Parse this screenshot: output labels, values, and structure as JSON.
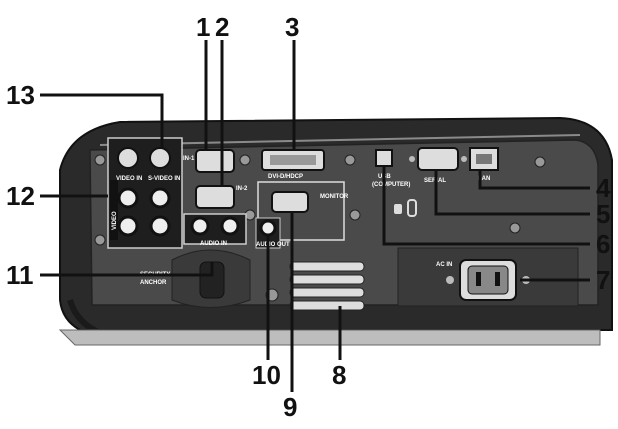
{
  "callouts": {
    "c1": "1",
    "c2": "2",
    "c3": "3",
    "c4": "4",
    "c5": "5",
    "c6": "6",
    "c7": "7",
    "c8": "8",
    "c9": "9",
    "c10": "10",
    "c11": "11",
    "c12": "12",
    "c13": "13"
  },
  "panel_labels": {
    "in1": "IN-1",
    "in2": "IN-2",
    "dvi": "DVI-D/HDCP",
    "usb": "USB",
    "usb_sub": "(COMPUTER)",
    "serial": "SERIAL",
    "lan": "LAN",
    "video_in": "VIDEO IN",
    "s_video_in": "S-VIDEO IN",
    "audio_in": "AUDIO IN",
    "audio_out": "AUDIO OUT",
    "ac_in": "AC IN",
    "security_anchor_line1": "SECURITY",
    "security_anchor_line2": "ANCHOR",
    "monitor_out": "MONITOR",
    "side_label": "VIDEO"
  },
  "callout_targets": [
    {
      "number": "1",
      "target": "IN-1"
    },
    {
      "number": "2",
      "target": "IN-2"
    },
    {
      "number": "3",
      "target": "DVI-D/HDCP"
    },
    {
      "number": "4",
      "target": "LAN"
    },
    {
      "number": "5",
      "target": "SERIAL"
    },
    {
      "number": "6",
      "target": "USB"
    },
    {
      "number": "7",
      "target": "AC IN"
    },
    {
      "number": "10",
      "target": "AUDIO OUT"
    },
    {
      "number": "11",
      "target": "SECURITY ANCHOR"
    }
  ]
}
